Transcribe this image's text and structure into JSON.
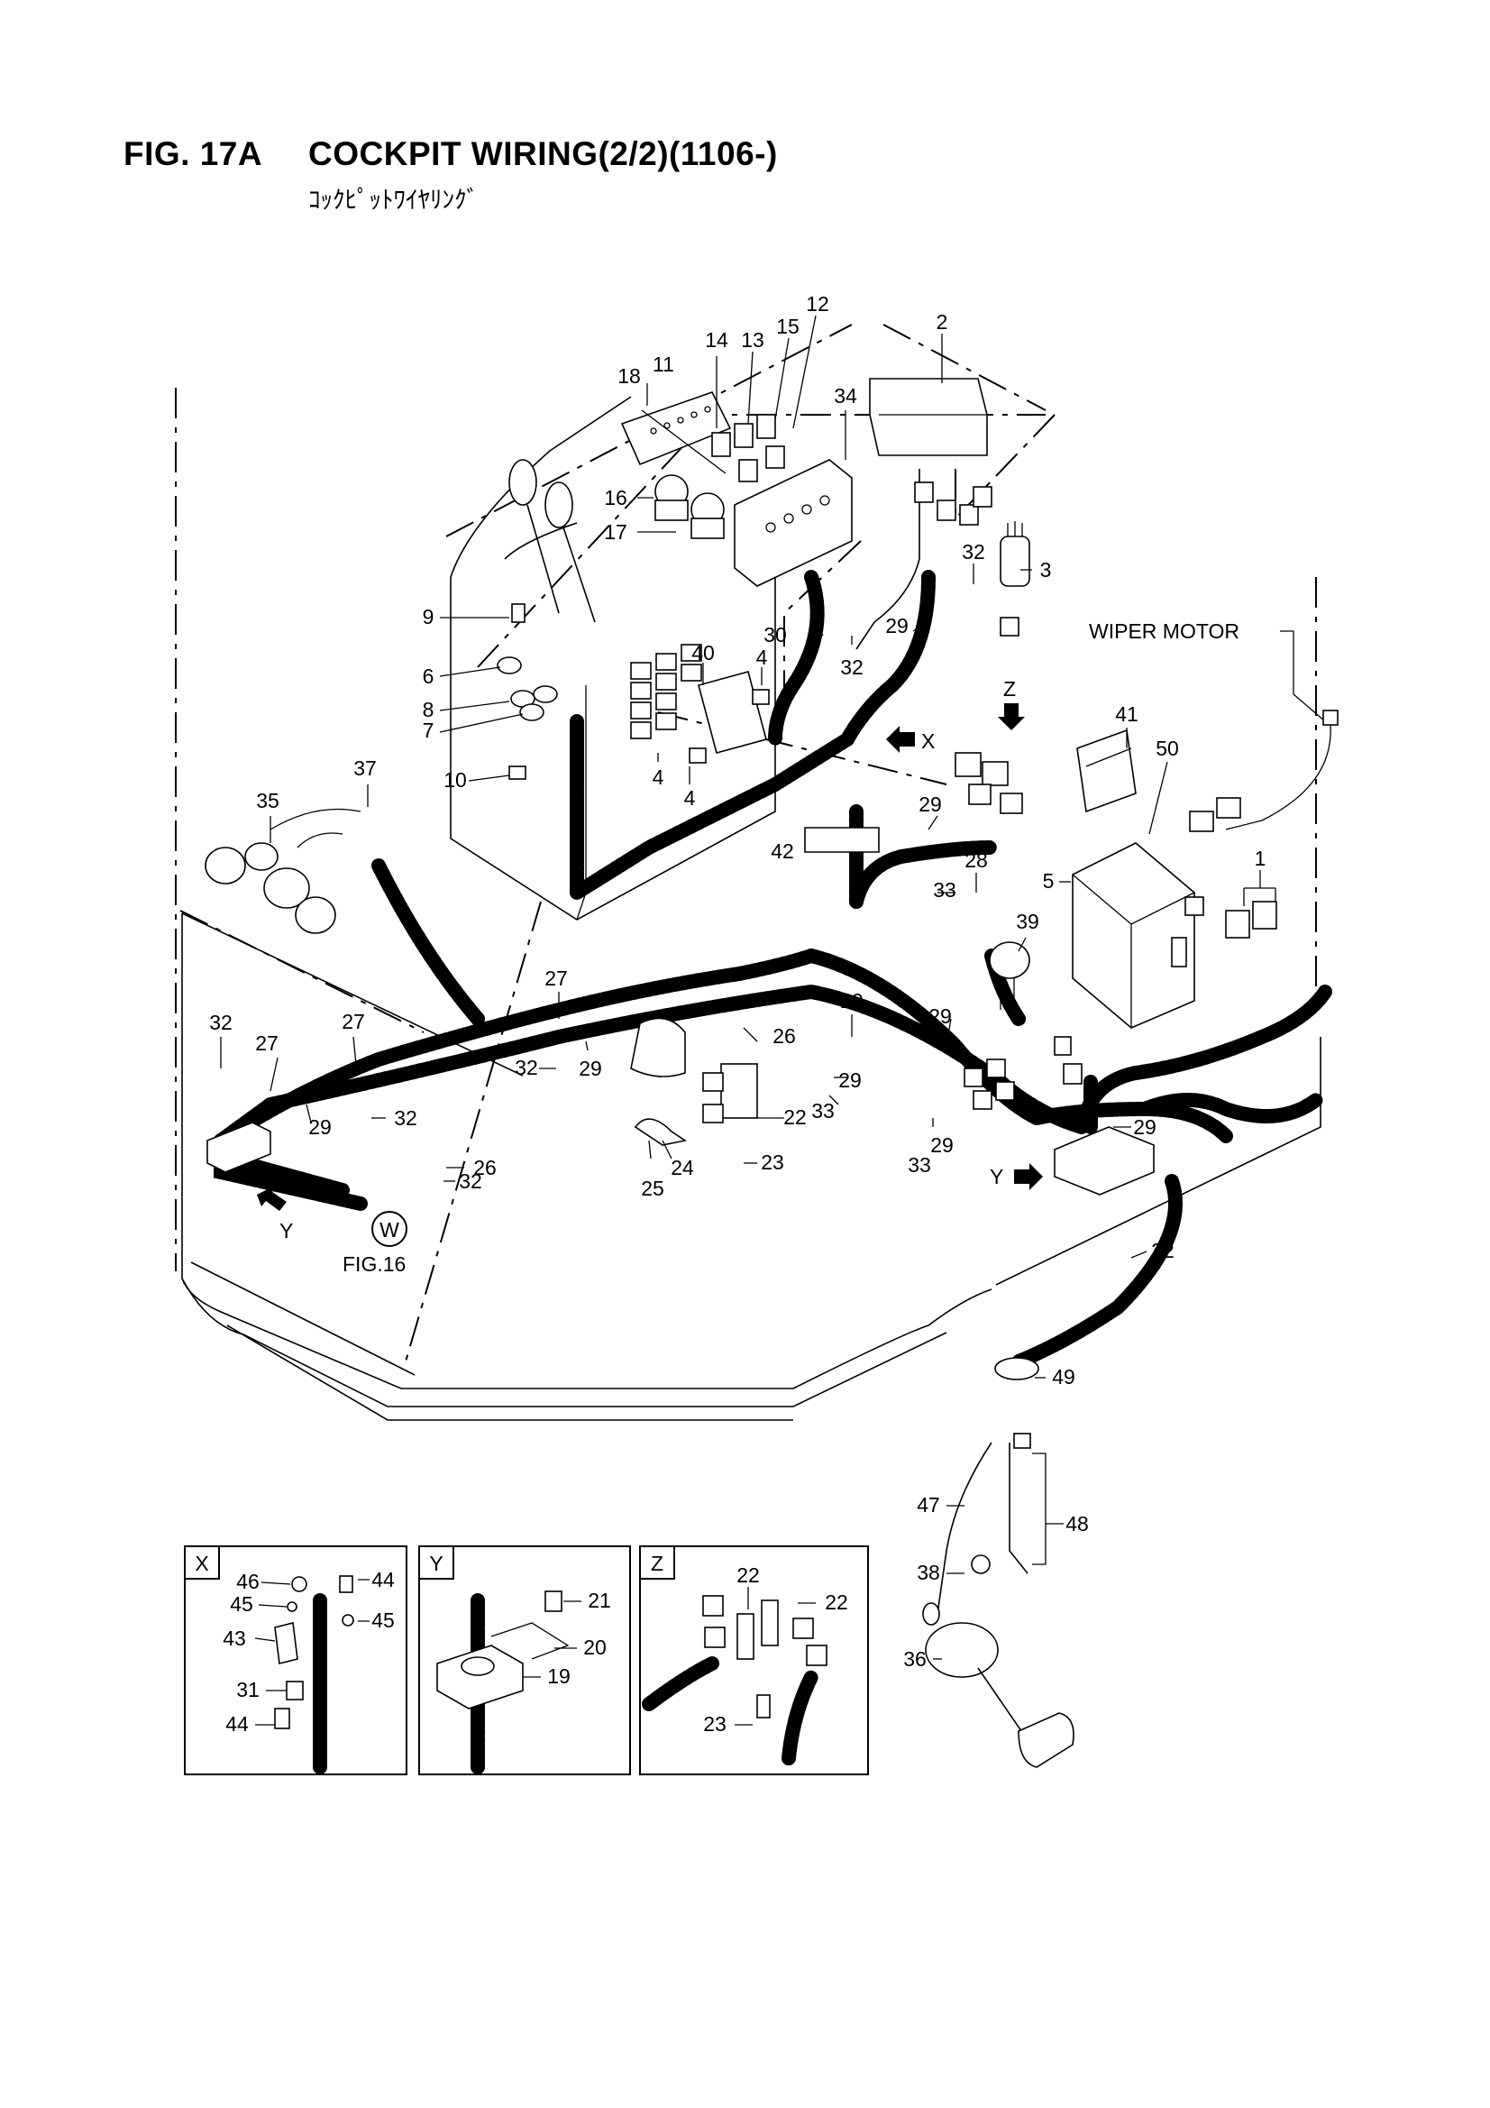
{
  "header": {
    "fig_label": "FIG. 17A",
    "title": "COCKPIT WIRING(2/2)(1106-)",
    "subtitle": "ｺｯｸﾋﾟｯﾄﾜｲﾔﾘﾝｸﾞ"
  },
  "callouts": {
    "wiper_motor": "WIPER MOTOR",
    "fig_ref": "FIG.16",
    "fig_ref_circle": "W",
    "view_x": "X",
    "view_y": "Y",
    "view_z": "Z"
  },
  "main_labels": [
    {
      "id": "n2",
      "text": "2"
    },
    {
      "id": "n12",
      "text": "12"
    },
    {
      "id": "n15",
      "text": "15"
    },
    {
      "id": "n13",
      "text": "13"
    },
    {
      "id": "n14",
      "text": "14"
    },
    {
      "id": "n11",
      "text": "11"
    },
    {
      "id": "n18",
      "text": "18"
    },
    {
      "id": "n34",
      "text": "34"
    },
    {
      "id": "n16",
      "text": "16"
    },
    {
      "id": "n17",
      "text": "17"
    },
    {
      "id": "n3",
      "text": "3"
    },
    {
      "id": "n32a",
      "text": "32"
    },
    {
      "id": "n9",
      "text": "9"
    },
    {
      "id": "n30",
      "text": "30"
    },
    {
      "id": "n29a",
      "text": "29"
    },
    {
      "id": "n32b",
      "text": "32"
    },
    {
      "id": "n40",
      "text": "40"
    },
    {
      "id": "n4a",
      "text": "4"
    },
    {
      "id": "n6",
      "text": "6"
    },
    {
      "id": "n8",
      "text": "8"
    },
    {
      "id": "n7",
      "text": "7"
    },
    {
      "id": "n10",
      "text": "10"
    },
    {
      "id": "n4b",
      "text": "4"
    },
    {
      "id": "n4c",
      "text": "4"
    },
    {
      "id": "n37",
      "text": "37"
    },
    {
      "id": "n35",
      "text": "35"
    },
    {
      "id": "n41",
      "text": "41"
    },
    {
      "id": "n50",
      "text": "50"
    },
    {
      "id": "n29b",
      "text": "29"
    },
    {
      "id": "n42",
      "text": "42"
    },
    {
      "id": "n28",
      "text": "28"
    },
    {
      "id": "n33a",
      "text": "33"
    },
    {
      "id": "n1",
      "text": "1"
    },
    {
      "id": "n5",
      "text": "5"
    },
    {
      "id": "n39",
      "text": "39"
    },
    {
      "id": "n27a",
      "text": "27"
    },
    {
      "id": "n29c",
      "text": "29"
    },
    {
      "id": "n32c",
      "text": "32"
    },
    {
      "id": "n29d",
      "text": "29"
    },
    {
      "id": "n26a",
      "text": "26"
    },
    {
      "id": "n29e",
      "text": "29"
    },
    {
      "id": "n22",
      "text": "22"
    },
    {
      "id": "n33b",
      "text": "33"
    },
    {
      "id": "n32d",
      "text": "32"
    },
    {
      "id": "n27b",
      "text": "27"
    },
    {
      "id": "n27c",
      "text": "27"
    },
    {
      "id": "n29f",
      "text": "29"
    },
    {
      "id": "n32e",
      "text": "32"
    },
    {
      "id": "n29g",
      "text": "29"
    },
    {
      "id": "n29h",
      "text": "29"
    },
    {
      "id": "n33c",
      "text": "33"
    },
    {
      "id": "n26b",
      "text": "26"
    },
    {
      "id": "n24",
      "text": "24"
    },
    {
      "id": "n25",
      "text": "25"
    },
    {
      "id": "n23",
      "text": "23"
    },
    {
      "id": "n32f",
      "text": "32"
    },
    {
      "id": "n29i",
      "text": "29"
    },
    {
      "id": "n32g",
      "text": "32"
    },
    {
      "id": "n49",
      "text": "49"
    },
    {
      "id": "n47",
      "text": "47"
    },
    {
      "id": "n48",
      "text": "48"
    },
    {
      "id": "n38",
      "text": "38"
    },
    {
      "id": "n36",
      "text": "36"
    }
  ],
  "detail_x": {
    "title": "X",
    "labels": [
      {
        "id": "x46",
        "text": "46"
      },
      {
        "id": "x44a",
        "text": "44"
      },
      {
        "id": "x45a",
        "text": "45"
      },
      {
        "id": "x45b",
        "text": "45"
      },
      {
        "id": "x43",
        "text": "43"
      },
      {
        "id": "x31",
        "text": "31"
      },
      {
        "id": "x44b",
        "text": "44"
      }
    ]
  },
  "detail_y": {
    "title": "Y",
    "labels": [
      {
        "id": "y21",
        "text": "21"
      },
      {
        "id": "y20",
        "text": "20"
      },
      {
        "id": "y19",
        "text": "19"
      }
    ]
  },
  "detail_z": {
    "title": "Z",
    "labels": [
      {
        "id": "z22a",
        "text": "22"
      },
      {
        "id": "z22b",
        "text": "22"
      },
      {
        "id": "z23",
        "text": "23"
      }
    ]
  }
}
